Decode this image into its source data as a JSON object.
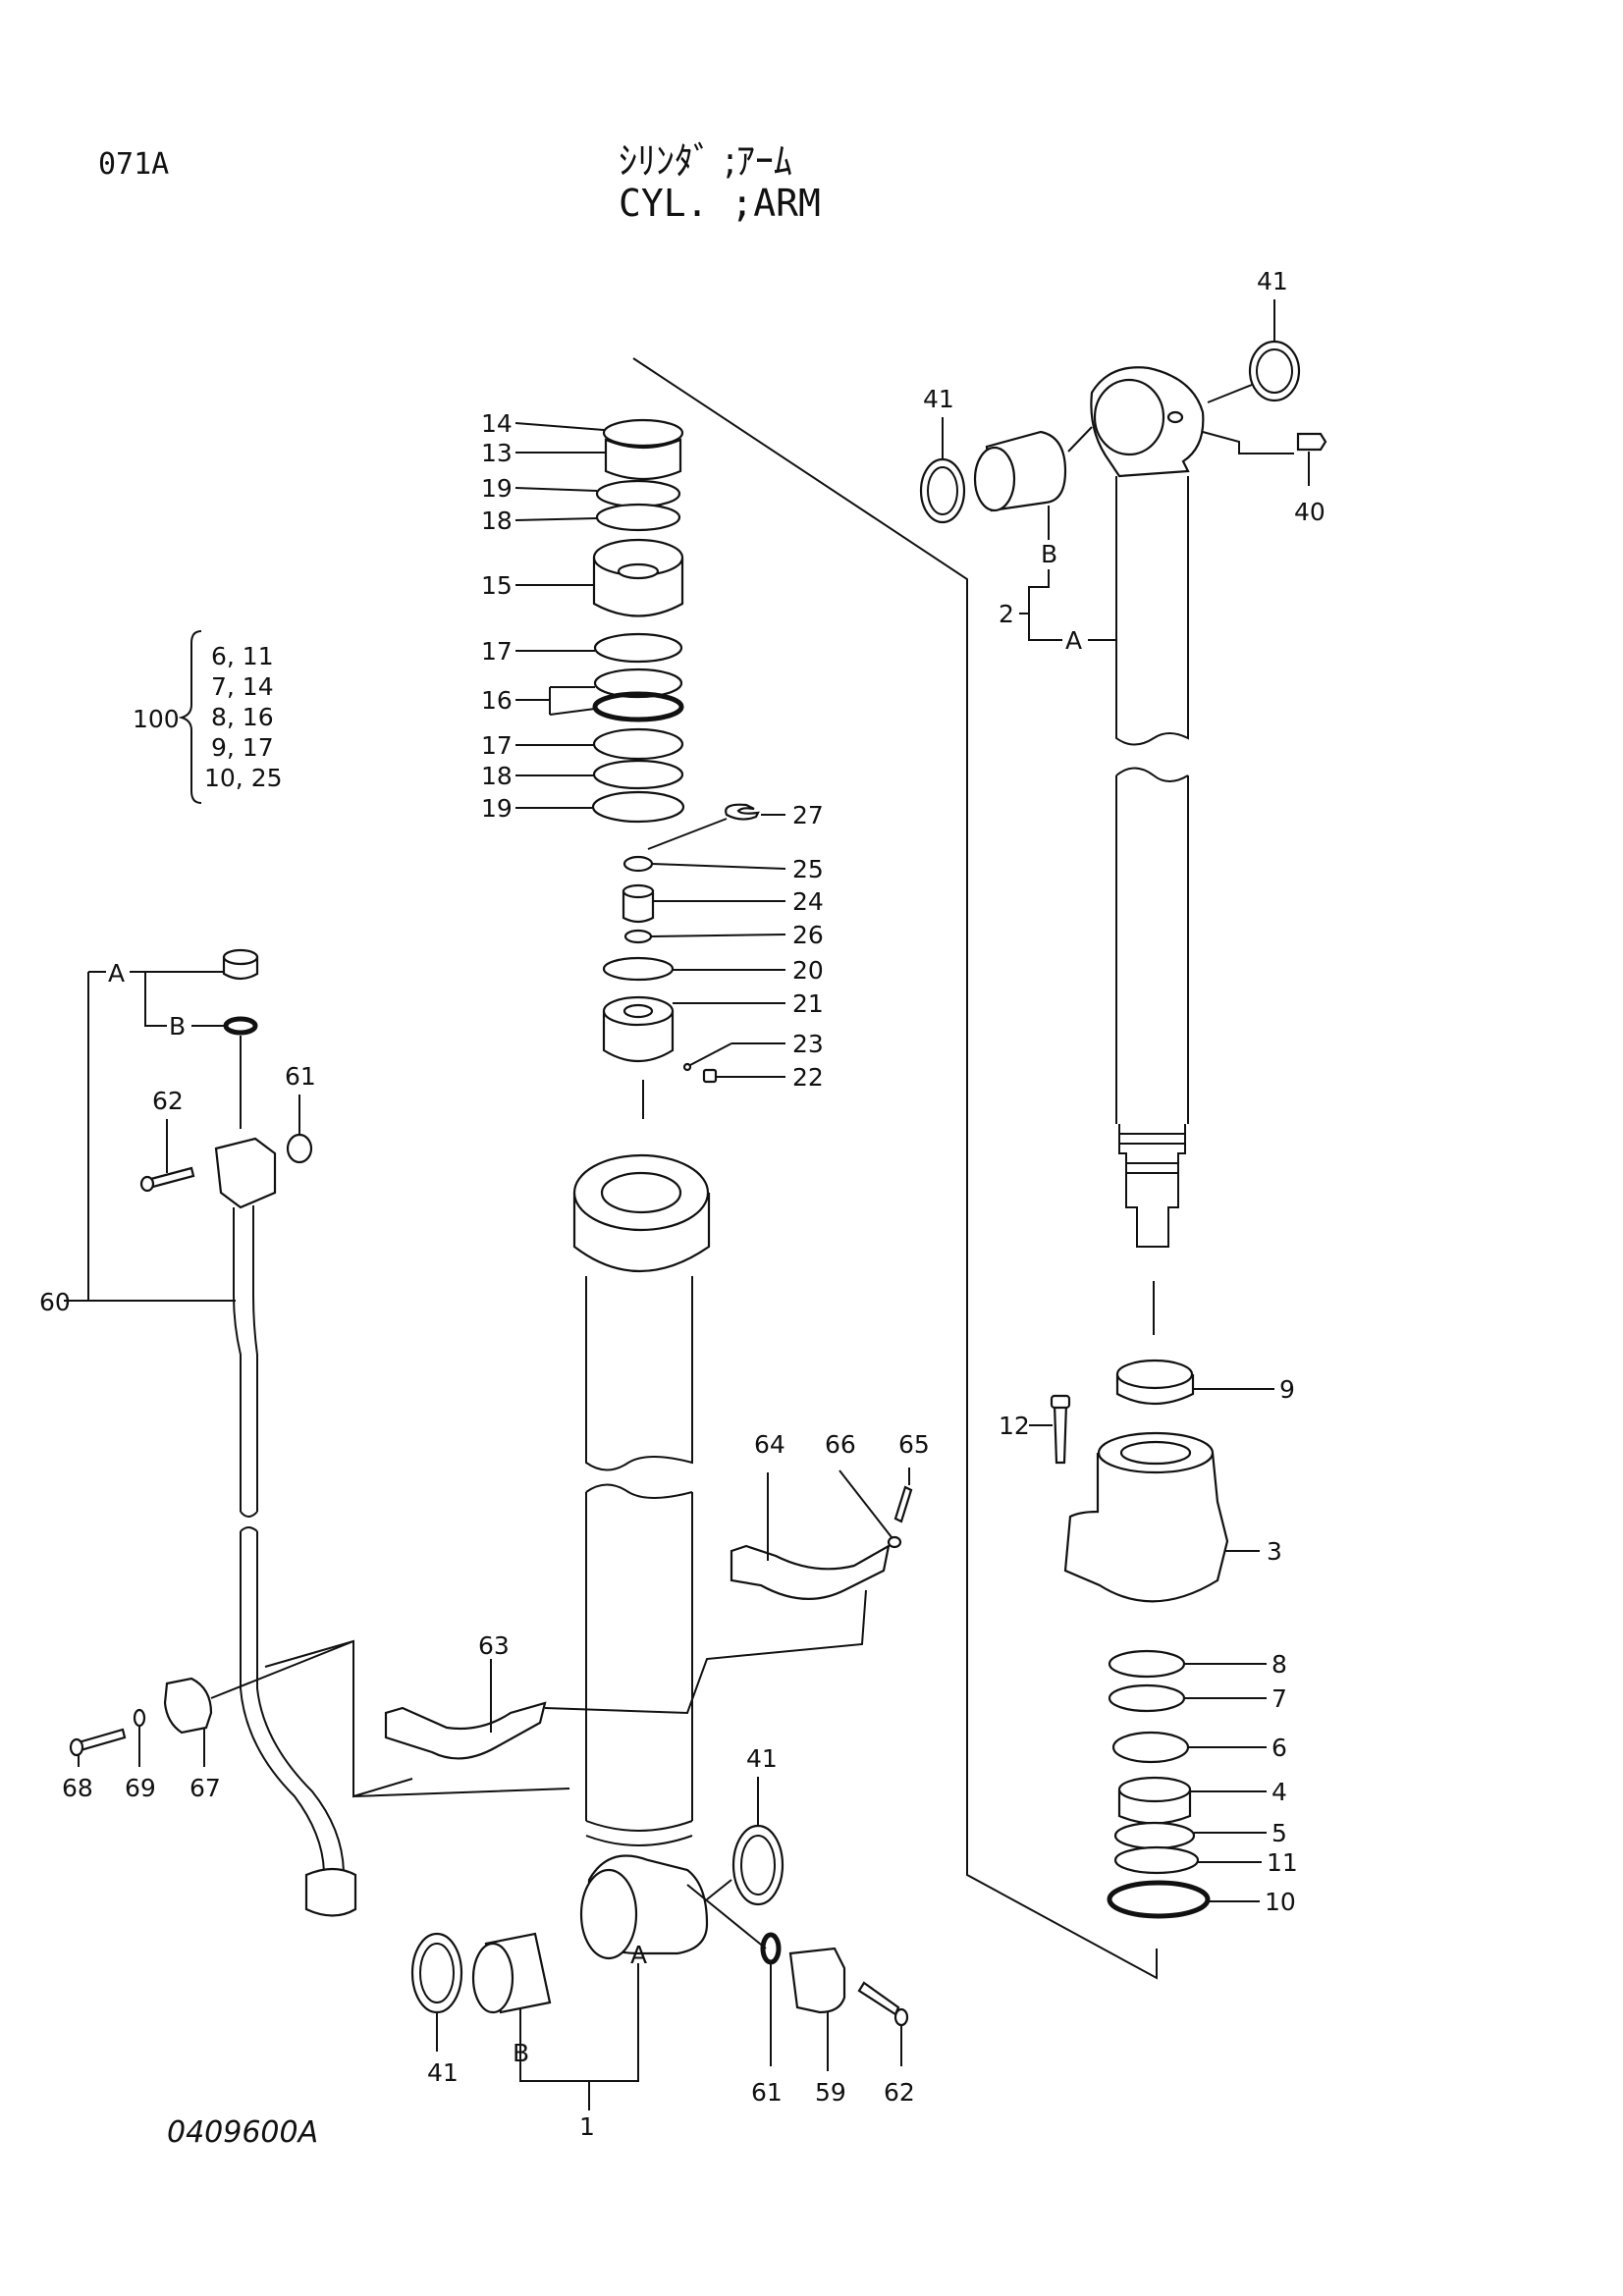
{
  "header": {
    "page_code": "071A",
    "title_jp": "ｼﾘﾝﾀﾞ ;ｱｰﾑ",
    "title_en": "CYL. ;ARM"
  },
  "footer": {
    "drawing_no": "0409600A"
  },
  "kit": {
    "number": "100",
    "rows": [
      "6, 11",
      "7, 14",
      "8, 16",
      "9, 17",
      "10, 25"
    ]
  },
  "callouts": {
    "c1": "1",
    "c2": "2",
    "c3": "3",
    "c4": "4",
    "c5": "5",
    "c6": "6",
    "c7": "7",
    "c8": "8",
    "c9": "9",
    "c10": "10",
    "c11": "11",
    "c12": "12",
    "c13": "13",
    "c14": "14",
    "c15": "15",
    "c16": "16",
    "c17a": "17",
    "c17b": "17",
    "c18a": "18",
    "c18b": "18",
    "c19a": "19",
    "c19b": "19",
    "c20": "20",
    "c21": "21",
    "c22": "22",
    "c23": "23",
    "c24": "24",
    "c25": "25",
    "c26": "26",
    "c27": "27",
    "c40": "40",
    "c41a": "41",
    "c41b": "41",
    "c41c": "41",
    "c41d": "41",
    "c59": "59",
    "c60": "60",
    "c61a": "61",
    "c61b": "61",
    "c62a": "62",
    "c62b": "62",
    "c63": "63",
    "c64": "64",
    "c65": "65",
    "c66": "66",
    "c67": "67",
    "c68": "68",
    "c69": "69",
    "A1": "A",
    "B1": "B",
    "A2": "A",
    "B2": "B",
    "A3": "A",
    "B3": "B"
  }
}
